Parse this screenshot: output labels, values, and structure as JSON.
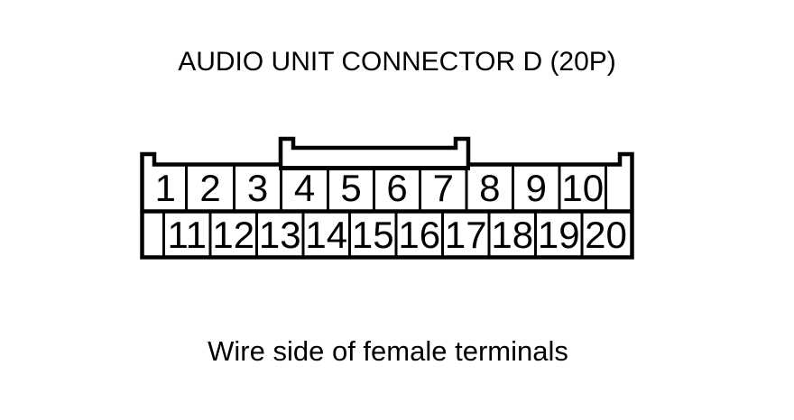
{
  "title": "AUDIO UNIT CONNECTOR D (20P)",
  "caption": "Wire side of female terminals",
  "pins": {
    "row1": [
      "1",
      "2",
      "3",
      "4",
      "5",
      "6",
      "7",
      "8",
      "9",
      "10"
    ],
    "row2": [
      "11",
      "12",
      "13",
      "14",
      "15",
      "16",
      "17",
      "18",
      "19",
      "20"
    ]
  },
  "colors": {
    "line": "#000000",
    "background": "#ffffff",
    "text": "#000000"
  }
}
